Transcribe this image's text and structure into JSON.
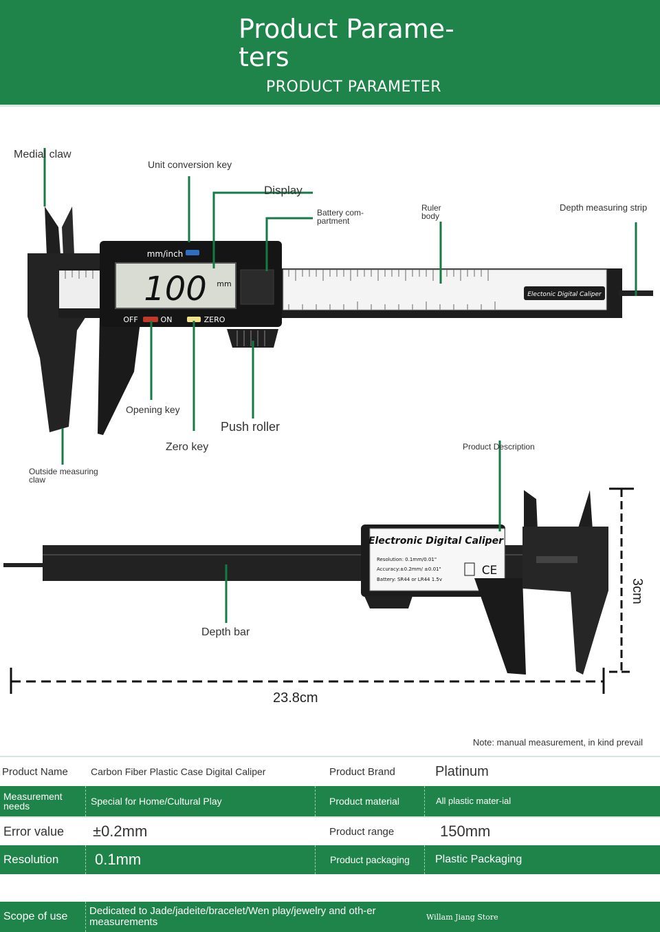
{
  "header": {
    "title": "Product Parame-ters",
    "subtitle": "PRODUCT PARAMETER"
  },
  "labels": {
    "medial_claw": "Medial claw",
    "unit_conversion_key": "Unit conversion key",
    "display": "Display",
    "battery_compartment": "Battery com-partment",
    "ruler_body": "Ruler body",
    "depth_measuring_strip": "Depth measuring strip",
    "opening_key": "Opening key",
    "push_roller": "Push roller",
    "zero_key": "Zero key",
    "outside_measuring_claw": "Outside measuring claw",
    "product_description": "Product Description",
    "depth_bar": "Depth bar"
  },
  "device": {
    "unit_label": "mm/inch",
    "reading": "100",
    "reading_unit": "mm",
    "off": "OFF",
    "on": "ON",
    "zero": "ZERO",
    "sticker": "Electonic Digital Caliper",
    "back_title": "Electronic Digital Caliper",
    "back_spec1": "Resolution: 0.1mm/0.01\"",
    "back_spec2": "Accuracy:±0.2mm/ ±0.01\"",
    "back_spec3": "Battery: SR44 or LR44 1.5v",
    "ce_mark": "CE"
  },
  "dimensions": {
    "height": "3cm",
    "length": "23.8cm"
  },
  "note": "Note: manual measurement, in kind prevail",
  "table": {
    "r1": {
      "k1": "Product Name",
      "v1": "Carbon Fiber Plastic Case Digital Caliper",
      "k2": "Product Brand",
      "v2": "Platinum"
    },
    "r2": {
      "k1": "Measurement needs",
      "v1": "Special for Home/Cultural Play",
      "k2": "Product material",
      "v2": "All plastic mater-ial"
    },
    "r3": {
      "k1": "Error value",
      "v1": "±0.2mm",
      "k2": "Product range",
      "v2": "150mm"
    },
    "r4": {
      "k1": "Resolution",
      "v1": "0.1mm",
      "k2": "Product packaging",
      "v2": "Plastic Packaging"
    },
    "r5": {
      "k1": "Scope of use",
      "v1": "Dedicated to Jade/jadeite/bracelet/Wen play/jewelry and oth-er measurements",
      "v2": "Willam Jiang Store"
    }
  },
  "colors": {
    "brand_green": "#1e8449",
    "body_black": "#1d1d1d"
  }
}
